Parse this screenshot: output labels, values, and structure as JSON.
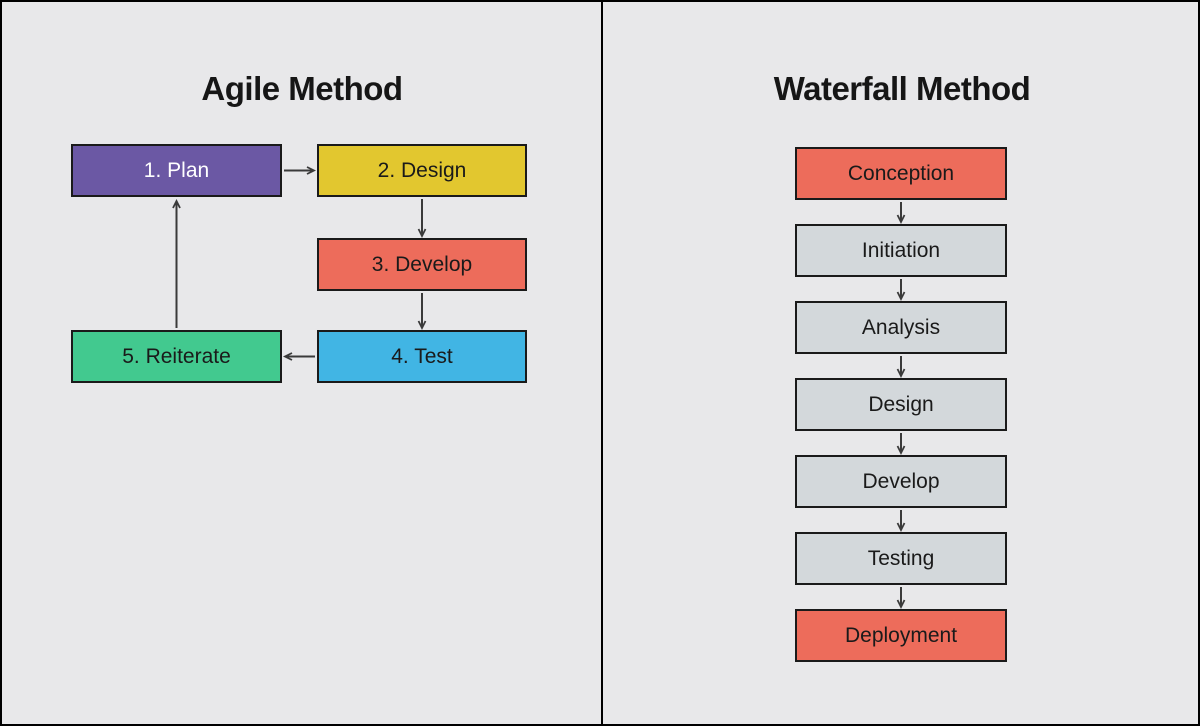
{
  "agile": {
    "title": "Agile Method",
    "nodes": [
      {
        "label": "1. Plan",
        "fill": "#6B58A4",
        "text": "#FFFFFF"
      },
      {
        "label": "2. Design",
        "fill": "#E2C72F",
        "text": "#1A1A1A"
      },
      {
        "label": "3. Develop",
        "fill": "#ED6C5B",
        "text": "#1A1A1A"
      },
      {
        "label": "4. Test",
        "fill": "#41B5E4",
        "text": "#1A1A1A"
      },
      {
        "label": "5. Reiterate",
        "fill": "#42C98F",
        "text": "#1A1A1A"
      }
    ]
  },
  "waterfall": {
    "title": "Waterfall Method",
    "nodes": [
      {
        "label": "Conception",
        "fill": "#ED6C5B",
        "text": "#1A1A1A"
      },
      {
        "label": "Initiation",
        "fill": "#D3D8DB",
        "text": "#1A1A1A"
      },
      {
        "label": "Analysis",
        "fill": "#D3D8DB",
        "text": "#1A1A1A"
      },
      {
        "label": "Design",
        "fill": "#D3D8DB",
        "text": "#1A1A1A"
      },
      {
        "label": "Develop",
        "fill": "#D3D8DB",
        "text": "#1A1A1A"
      },
      {
        "label": "Testing",
        "fill": "#D3D8DB",
        "text": "#1A1A1A"
      },
      {
        "label": "Deployment",
        "fill": "#ED6C5B",
        "text": "#1A1A1A"
      }
    ]
  },
  "colors": {
    "background": "#E8E8EA",
    "border": "#000000",
    "node_border": "#1A1A1A",
    "arrow": "#3A3A3A",
    "title_text": "#161616"
  }
}
